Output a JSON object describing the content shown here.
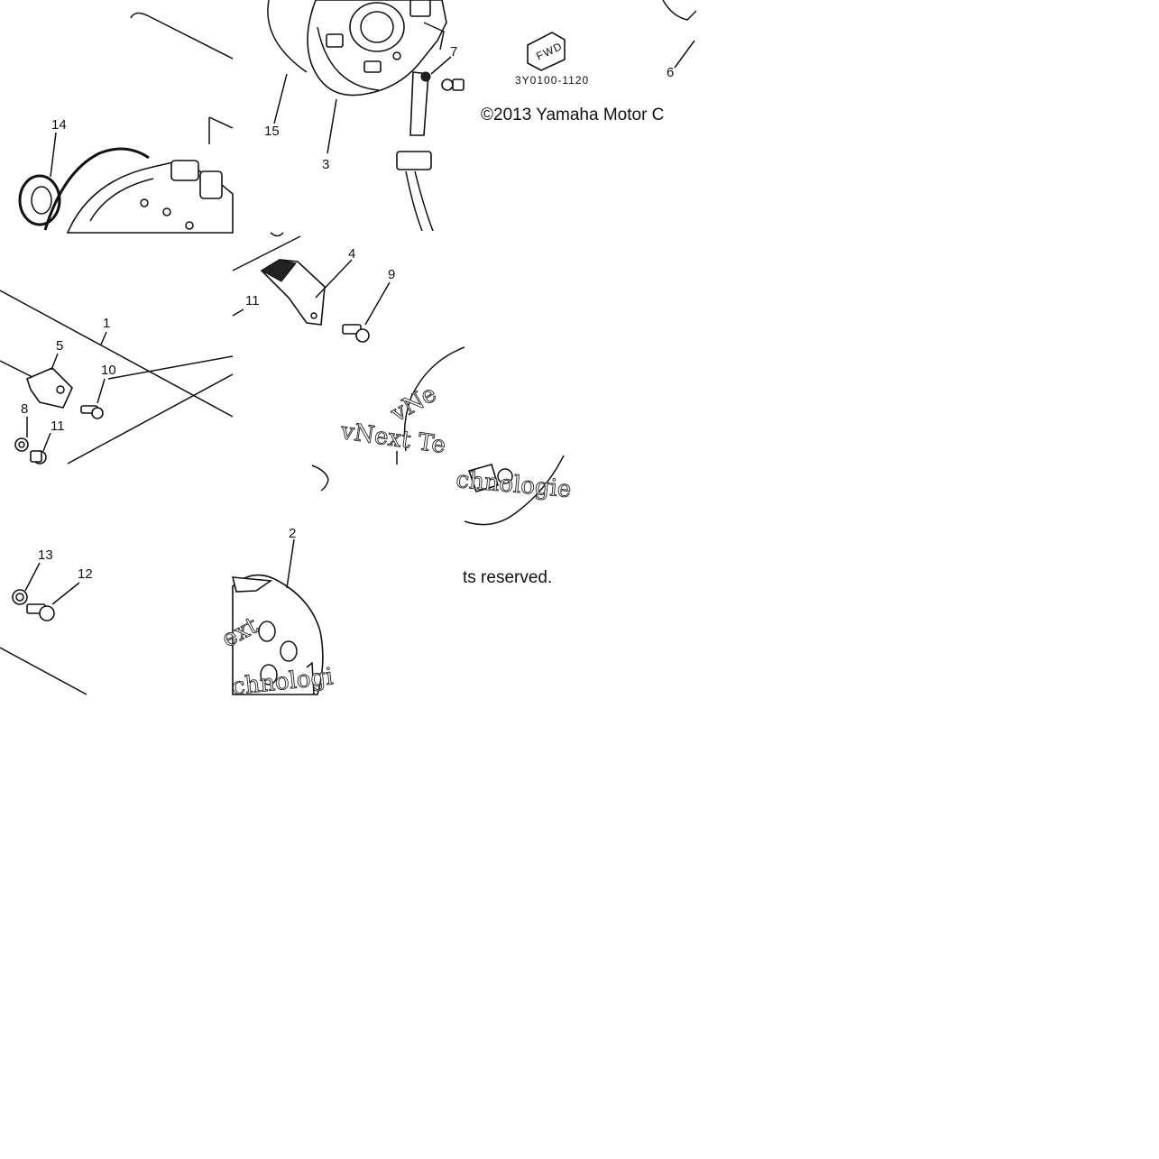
{
  "diagram": {
    "callouts": [
      "14",
      "15",
      "3",
      "7",
      "6",
      "4",
      "9",
      "11",
      "1",
      "5",
      "10",
      "8",
      "11",
      "13",
      "12",
      "2"
    ],
    "part_code": "3Y0100-1120",
    "fwd_label": "FWD",
    "copyright_line1": "©2013 Yamaha Motor C",
    "copyright_line2": "ts reserved.",
    "watermark_1": "vNext Te",
    "watermark_2": "chnologie",
    "watermark_3": "ext",
    "watermark_4": "chnologi",
    "watermark_5": "vNe"
  }
}
